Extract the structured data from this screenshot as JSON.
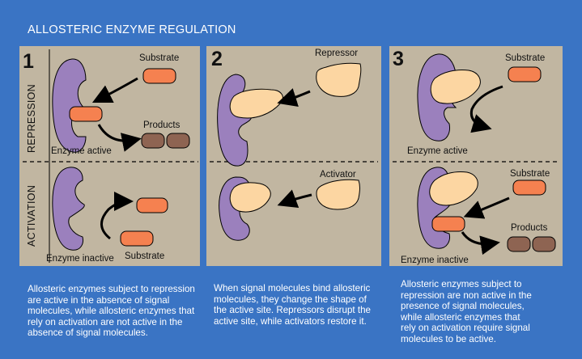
{
  "title": "ALLOSTERIC ENZYME REGULATION",
  "panels": [
    {
      "number": "1",
      "side_labels": {
        "top": "REPRESSION",
        "bottom": "ACTIVATION"
      },
      "labels": {
        "substrate_top": "Substrate",
        "products": "Products",
        "enzyme_active": "Enzyme active",
        "substrate_bottom": "Substrate",
        "enzyme_inactive": "Enzyme inactive"
      },
      "caption": [
        "Allosteric enzymes subject to repression",
        "are active in the absence of signal",
        "molecules, while allosteric enzymes that",
        "rely on activation are not active in the",
        "absence of signal molecules."
      ]
    },
    {
      "number": "2",
      "labels": {
        "repressor": "Repressor",
        "activator": "Activator"
      },
      "caption": [
        "When signal molecules bind allosteric",
        "molecules, they change the shape of",
        "the active site. Repressors disrupt the",
        "active site, while activators restore it."
      ]
    },
    {
      "number": "3",
      "labels": {
        "substrate_top": "Substrate",
        "enzyme_active": "Enzyme active",
        "substrate_bottom": "Substrate",
        "products": "Products",
        "enzyme_inactive": "Enzyme inactive"
      },
      "caption": [
        "Allosteric enzymes subject to",
        "repression are non active in the",
        "presence of signal molecules,",
        "while allosteric enzymes that",
        "rely on activation require signal",
        "molecules to be active."
      ]
    }
  ],
  "colors": {
    "background": "#3a74c4",
    "panel": "#c1b6a1",
    "enzyme": "#9b80bd",
    "substrate": "#f58150",
    "product": "#8e6452",
    "signal": "#fcd6a2"
  }
}
